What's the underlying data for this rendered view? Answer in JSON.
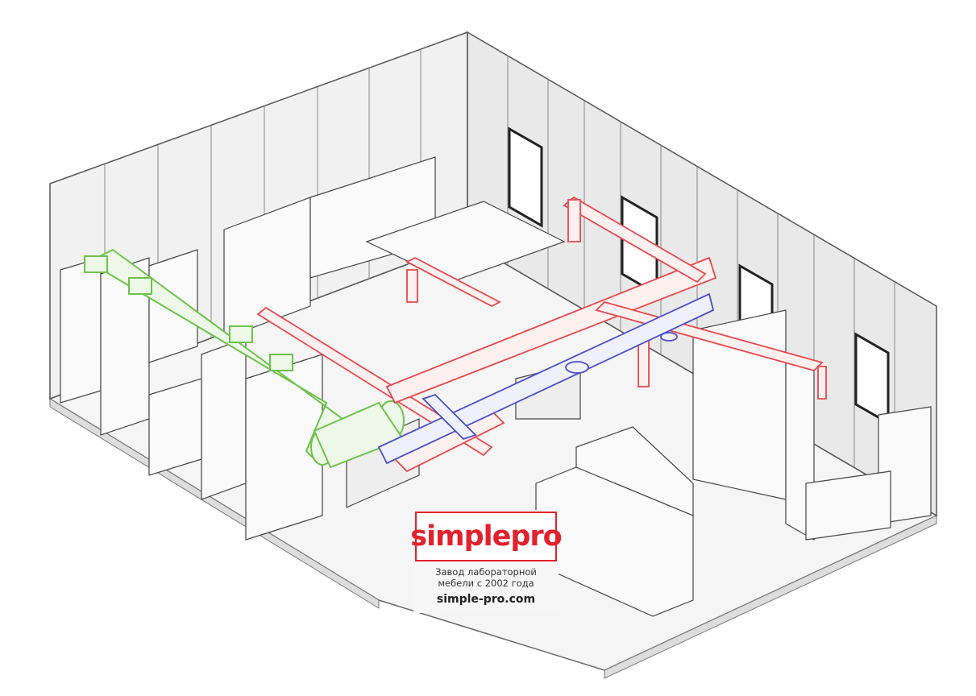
{
  "logo": {
    "brand": "simplepro",
    "tagline_line1": "Завод лабораторной",
    "tagline_line2": "мебели с 2002 года",
    "website": "simple-pro.com",
    "brand_color": "#e3202c"
  },
  "colors": {
    "exhaust_duct": "#e8474c",
    "supply_duct": "#4b4fc4",
    "fume_duct": "#6cc24a",
    "wall": "#f2f2f2",
    "floor": "#f7f7f7",
    "line": "#555555"
  }
}
